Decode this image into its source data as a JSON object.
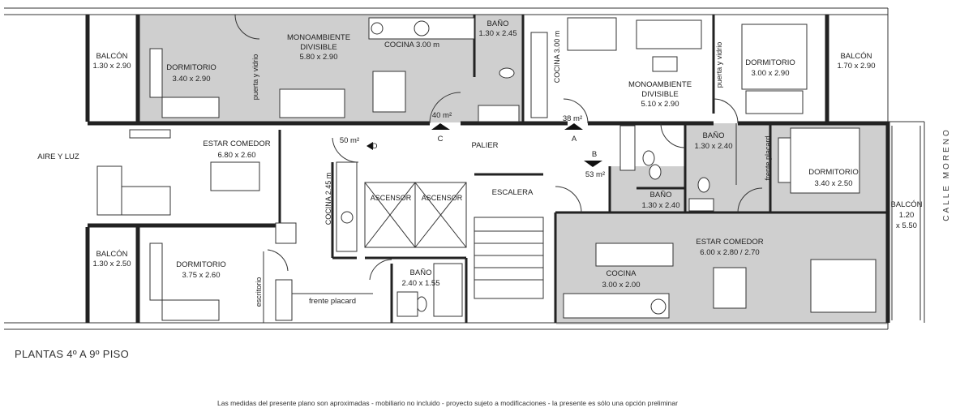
{
  "plan_title": "PLANTAS 4º A 9º PISO",
  "footer_note": "Las medidas del presente plano son aproximadas - mobiliario no incluido - proyecto sujeto a modificaciones - la presente es sólo una opción preliminar",
  "street_name": "CALLE MORENO",
  "aire_y_luz": "AIRE Y LUZ",
  "rooms": {
    "balcon_tl": [
      "BALCÓN",
      "1.30 x 2.90"
    ],
    "dormitorio_c": [
      "DORMITORIO",
      "3.40 x 2.90"
    ],
    "puerta_vidrio_1": "puerta y vidrio",
    "mono_c": [
      "MONOAMBIENTE",
      "DIVISIBLE",
      "5.80 x 2.90"
    ],
    "cocina_c": "COCINA 3.00 m",
    "bano_c": [
      "BAÑO",
      "1.30 x 2.45"
    ],
    "cocina_a_vertical": "COCINA 3.00 m",
    "mono_a": [
      "MONOAMBIENTE",
      "DIVISIBLE",
      "5.10 x 2.90"
    ],
    "puerta_vidrio_2": "puerta y vidrio",
    "dormitorio_a": [
      "DORMITORIO",
      "3.00 x 2.90"
    ],
    "balcon_tr": [
      "BALCÓN",
      "1.70 x 2.90"
    ],
    "estar_d": [
      "ESTAR COMEDOR",
      "6.80 x 2.60"
    ],
    "cocina_d_vertical": "COCINA 2.45 m",
    "ascensor_1": "ASCENSOR",
    "ascensor_2": "ASCENSOR",
    "escalera": "ESCALERA",
    "palier": "PALIER",
    "bano_b1": [
      "BAÑO",
      "1.30 x 2.40"
    ],
    "bano_b2": [
      "BAÑO",
      "1.30 x 2.40"
    ],
    "frente_placard_vertical": "frente placard",
    "dormitorio_b": [
      "DORMITORIO",
      "3.40 x 2.50"
    ],
    "balcon_r": [
      "BALCÓN",
      "1.20",
      "x 5.50"
    ],
    "balcon_bl": [
      "BALCÓN",
      "1.30 x 2.50"
    ],
    "dormitorio_d": [
      "DORMITORIO",
      "3.75 x 2.60"
    ],
    "escritorio": "escritorio",
    "frente_placard_h": "frente placard",
    "bano_d": [
      "BAÑO",
      "2.40 x 1.55"
    ],
    "estar_b": [
      "ESTAR COMEDOR",
      "6.00 x 2.80 / 2.70"
    ],
    "cocina_b": [
      "COCINA",
      "3.00 x 2.00"
    ]
  },
  "units": [
    {
      "letter": "A",
      "area": "38 m²"
    },
    {
      "letter": "B",
      "area": "53 m²"
    },
    {
      "letter": "C",
      "area": "40 m²"
    },
    {
      "letter": "D",
      "area": "50 m²"
    }
  ]
}
